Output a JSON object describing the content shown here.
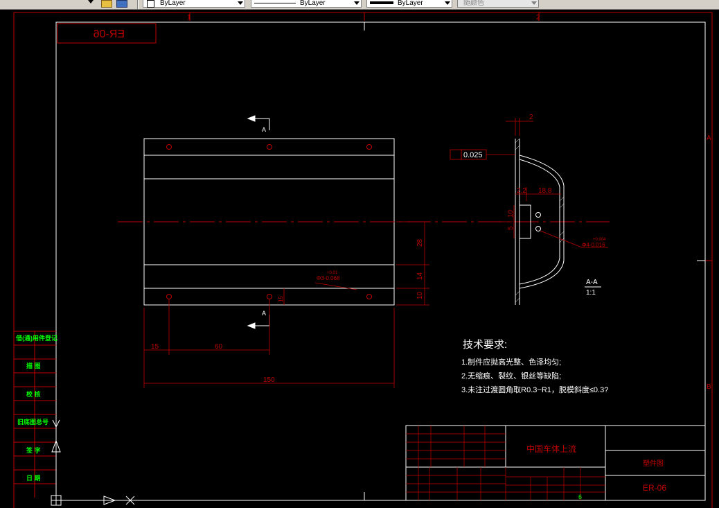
{
  "toolbar": {
    "layer_color": "ByLayer",
    "linetype": "ByLayer",
    "lineweight": "ByLayer",
    "plot_style": "随颜色"
  },
  "drawing": {
    "title_mirrored": "ER-06",
    "section_marker": "A",
    "section_label": "A-A",
    "section_scale": "1:1",
    "flatness_tolerance": "0.025",
    "dims_front": {
      "d150": "150",
      "d60": "60",
      "d15": "15",
      "d28": "28",
      "d14": "14",
      "d10": "10",
      "d15v": "15",
      "hole": "Φ3-0.068",
      "hole_tol": "+0.01"
    },
    "dims_section": {
      "d2": "2",
      "d22": "2.2",
      "d188": "18.8",
      "d10": "10",
      "d5": "5",
      "hole": "Φ4-0.016",
      "hole_tol": "+0.004"
    },
    "tech_req_title": "技术要求:",
    "tech_req": [
      "1.制件应抛高光整、色泽均匀;",
      "2.无缩痕、裂纹、银丝等缺陷;",
      "3.未注过渡圆角取R0.3~R1，脱模斜度≤0.3?"
    ],
    "side_labels": [
      "借(通)用件登记",
      "描  图",
      "校  核",
      "旧底图总号",
      "签  字",
      "日  期"
    ],
    "title_block": {
      "company": "中国车体上流",
      "part_name": "塑件图",
      "drawing_no": "ER-06",
      "sheet": "6"
    },
    "zones": {
      "top": [
        "1",
        "2"
      ],
      "right": [
        "A",
        "B"
      ]
    }
  }
}
